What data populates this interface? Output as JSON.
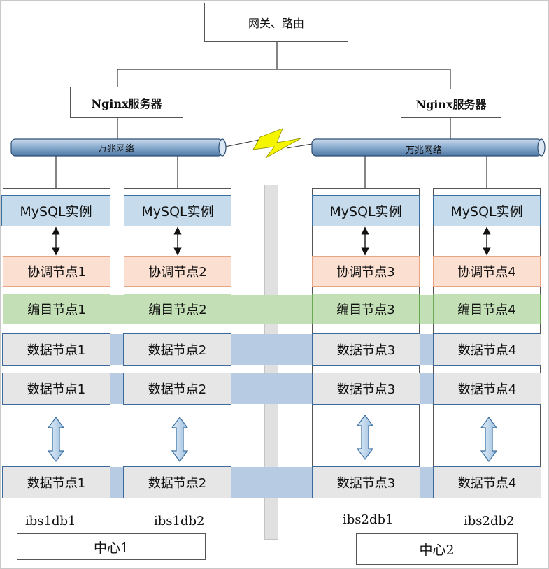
{
  "gateway": {
    "label": "网关、路由"
  },
  "nginx": [
    {
      "label": "Nginx服务器"
    },
    {
      "label": "Nginx服务器"
    }
  ],
  "network": [
    {
      "label": "万兆网络"
    },
    {
      "label": "万兆网络"
    }
  ],
  "link_icon": "lightning-bolt-icon",
  "link_color": "#f5f500",
  "columns": [
    {
      "name": "ibs1db1",
      "mysql": "MySQL实例",
      "coord": "协调节点1",
      "catalog": "编目节点1",
      "data": [
        "数据节点1",
        "数据节点1",
        "数据节点1"
      ]
    },
    {
      "name": "ibs1db2",
      "mysql": "MySQL实例",
      "coord": "协调节点2",
      "catalog": "编目节点2",
      "data": [
        "数据节点2",
        "数据节点2",
        "数据节点2"
      ]
    },
    {
      "name": "ibs2db1",
      "mysql": "MySQL实例",
      "coord": "协调节点3",
      "catalog": "编目节点3",
      "data": [
        "数据节点3",
        "数据节点3",
        "数据节点3"
      ]
    },
    {
      "name": "ibs2db2",
      "mysql": "MySQL实例",
      "coord": "协调节点4",
      "catalog": "编目节点4",
      "data": [
        "数据节点4",
        "数据节点4",
        "数据节点4"
      ]
    }
  ],
  "centers": [
    {
      "label": "中心1"
    },
    {
      "label": "中心2"
    }
  ],
  "colors": {
    "mysql": "#c6dcec",
    "coord": "#fbdfd0",
    "catalog": "#c3dfb6",
    "data": "#e6e6e6",
    "data_band": "#b7cbe2",
    "pipe": "#7fa3c8"
  }
}
